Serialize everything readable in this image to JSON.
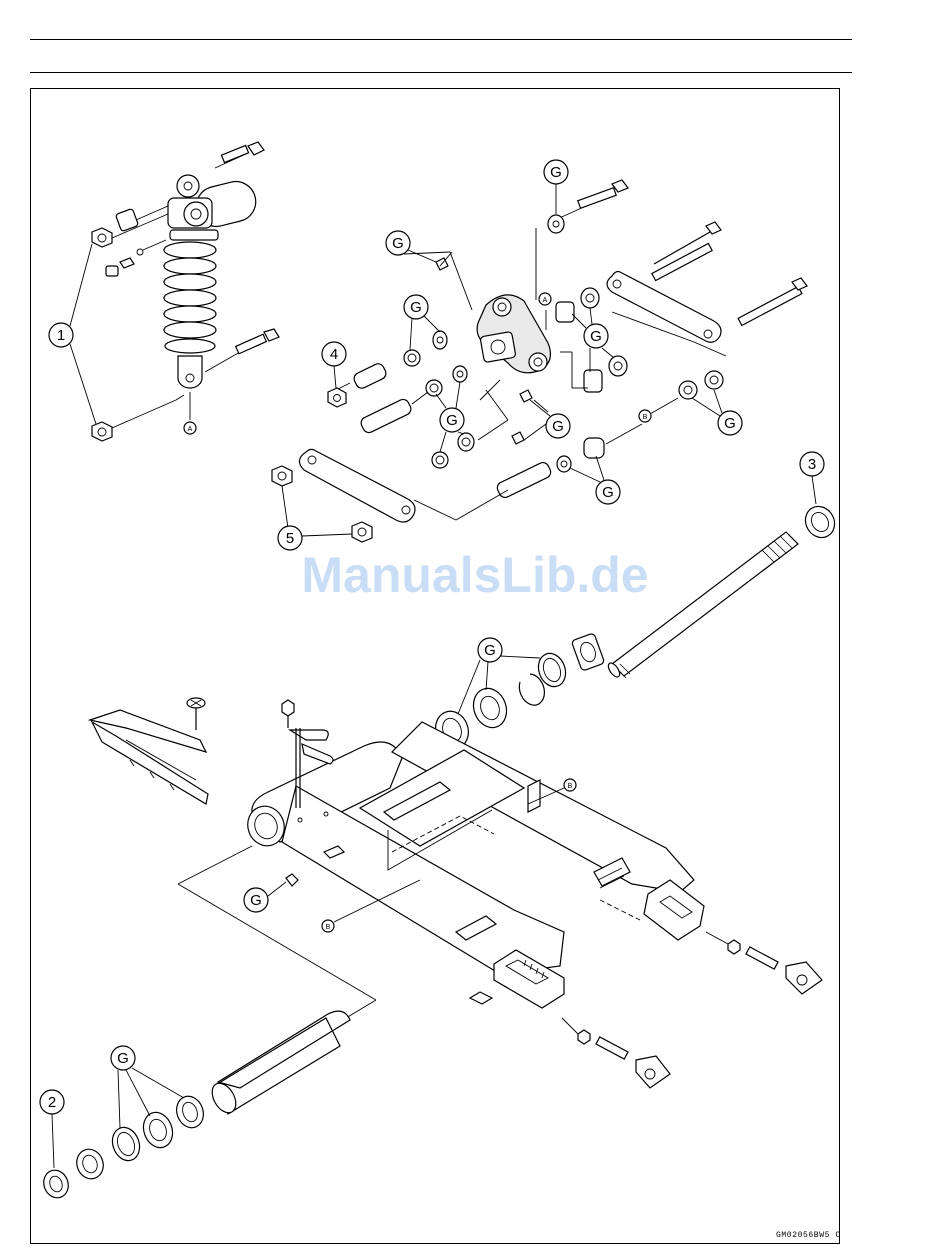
{
  "watermark": "ManualsLib.de",
  "drawing_code": "GM02056BW5 C",
  "callouts": {
    "c1": "1",
    "c2": "2",
    "c3": "3",
    "c4": "4",
    "c5": "5",
    "g": "G"
  },
  "refs": {
    "a": "A",
    "b": "B"
  }
}
